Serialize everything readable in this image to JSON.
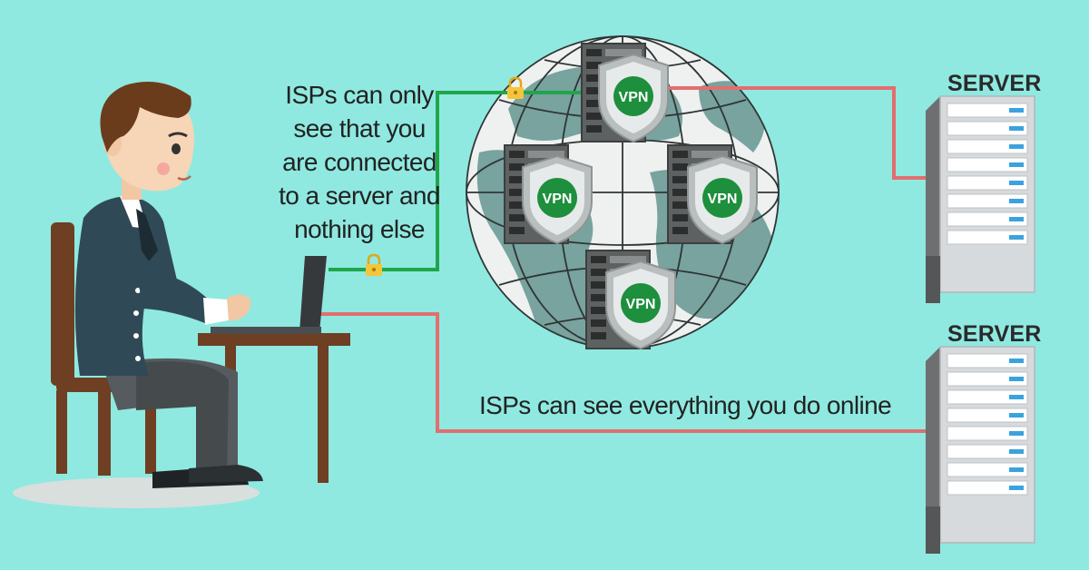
{
  "captions": {
    "vpn_path_lines": [
      "ISPs can only",
      "see that you",
      "are connected",
      "to a server and",
      "nothing else"
    ],
    "direct_path": "ISPs can see everything you do online"
  },
  "servers": {
    "top_label": "SERVER",
    "bottom_label": "SERVER"
  },
  "vpn_nodes": {
    "badge_text": "VPN",
    "labels": [
      "VPN",
      "VPN",
      "VPN",
      "VPN"
    ]
  },
  "colors": {
    "background": "#8fe9e0",
    "vpn_line": "#1fa64a",
    "direct_line": "#e36e6e",
    "globe_land": "#78a39f",
    "badge": "#1d8f3d",
    "lock": "#f3c53b"
  },
  "icons": [
    "person-icon",
    "laptop-icon",
    "desk-icon",
    "chair-icon",
    "globe-icon",
    "vpn-server-icon",
    "shield-icon",
    "lock-icon",
    "server-rack-icon"
  ]
}
